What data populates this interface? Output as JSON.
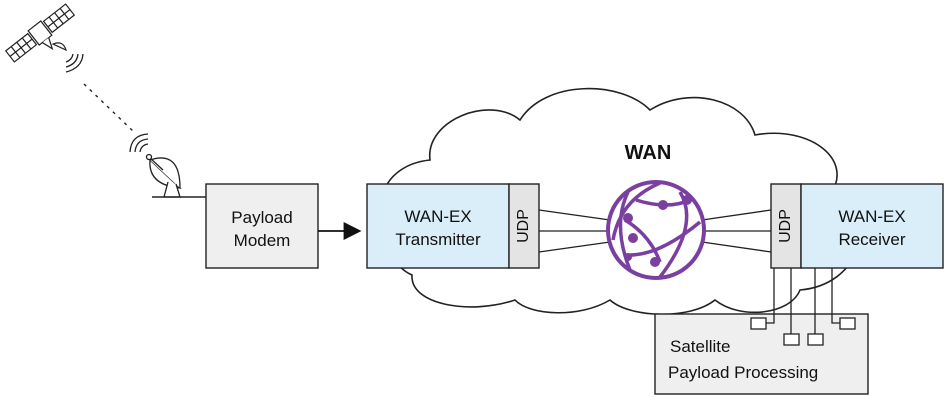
{
  "cloud": {
    "label": "WAN"
  },
  "modem": {
    "line1": "Payload",
    "line2": "Modem"
  },
  "transmitter": {
    "line1": "WAN-EX",
    "line2": "Transmitter",
    "port": "UDP"
  },
  "receiver": {
    "line1": "WAN-EX",
    "line2": "Receiver",
    "port": "UDP"
  },
  "processing": {
    "line1": "Satellite",
    "line2": "Payload Processing"
  },
  "colors": {
    "box_blue": "#d9eef8",
    "box_gray": "#efefef",
    "udp_gray": "#e4e4e4",
    "globe_purple": "#7b3fa0",
    "stroke": "#222222"
  },
  "icons": [
    "satellite-icon",
    "satellite-dish-icon",
    "wan-globe-icon",
    "signal-waves-icon"
  ]
}
